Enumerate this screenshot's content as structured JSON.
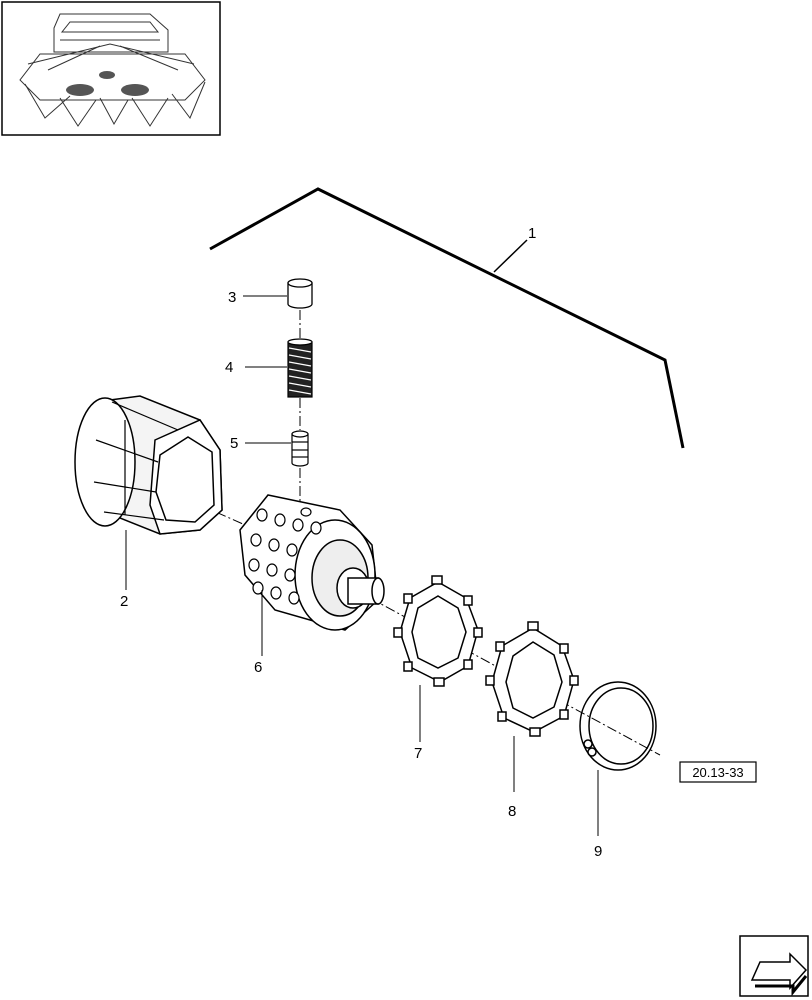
{
  "callouts": [
    {
      "id": "1",
      "text": "1"
    },
    {
      "id": "2",
      "text": "2"
    },
    {
      "id": "3",
      "text": "3"
    },
    {
      "id": "4",
      "text": "4"
    },
    {
      "id": "5",
      "text": "5"
    },
    {
      "id": "6",
      "text": "6"
    },
    {
      "id": "7",
      "text": "7"
    },
    {
      "id": "8",
      "text": "8"
    },
    {
      "id": "9",
      "text": "9"
    }
  ],
  "reference_box": {
    "text": "20.13-33"
  },
  "icons": {
    "thumbnail": "machine-header-thumbnail",
    "nav": "next-page-arrow-icon"
  }
}
